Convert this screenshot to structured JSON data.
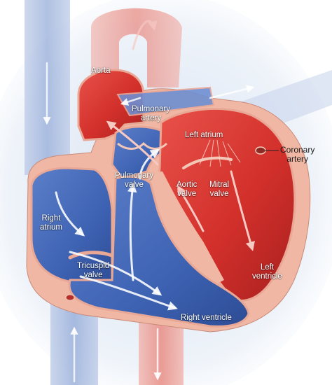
{
  "labels": {
    "aorta": "Aorta",
    "pulmonary_artery": [
      "Pulmonary",
      "artery"
    ],
    "left_atrium": "Left atrium",
    "coronary_artery": [
      "Coronary",
      "artery"
    ],
    "pulmonary_valve": [
      "Pulmonary",
      "valve"
    ],
    "aortic_valve": [
      "Aortic",
      "valve"
    ],
    "mitral_valve": [
      "Mitral",
      "valve"
    ],
    "right_atrium": [
      "Right",
      "atrium"
    ],
    "tricuspid_valve": [
      "Tricuspid",
      "valve"
    ],
    "left_ventricle": [
      "Left",
      "ventricle"
    ],
    "right_ventricle": "Right ventricle"
  },
  "colors": {
    "oxygenated": "#d9302c",
    "deoxygenated": "#3e63b3",
    "tissue": "#f0b8a4",
    "background_glow": "#cfdcee"
  }
}
